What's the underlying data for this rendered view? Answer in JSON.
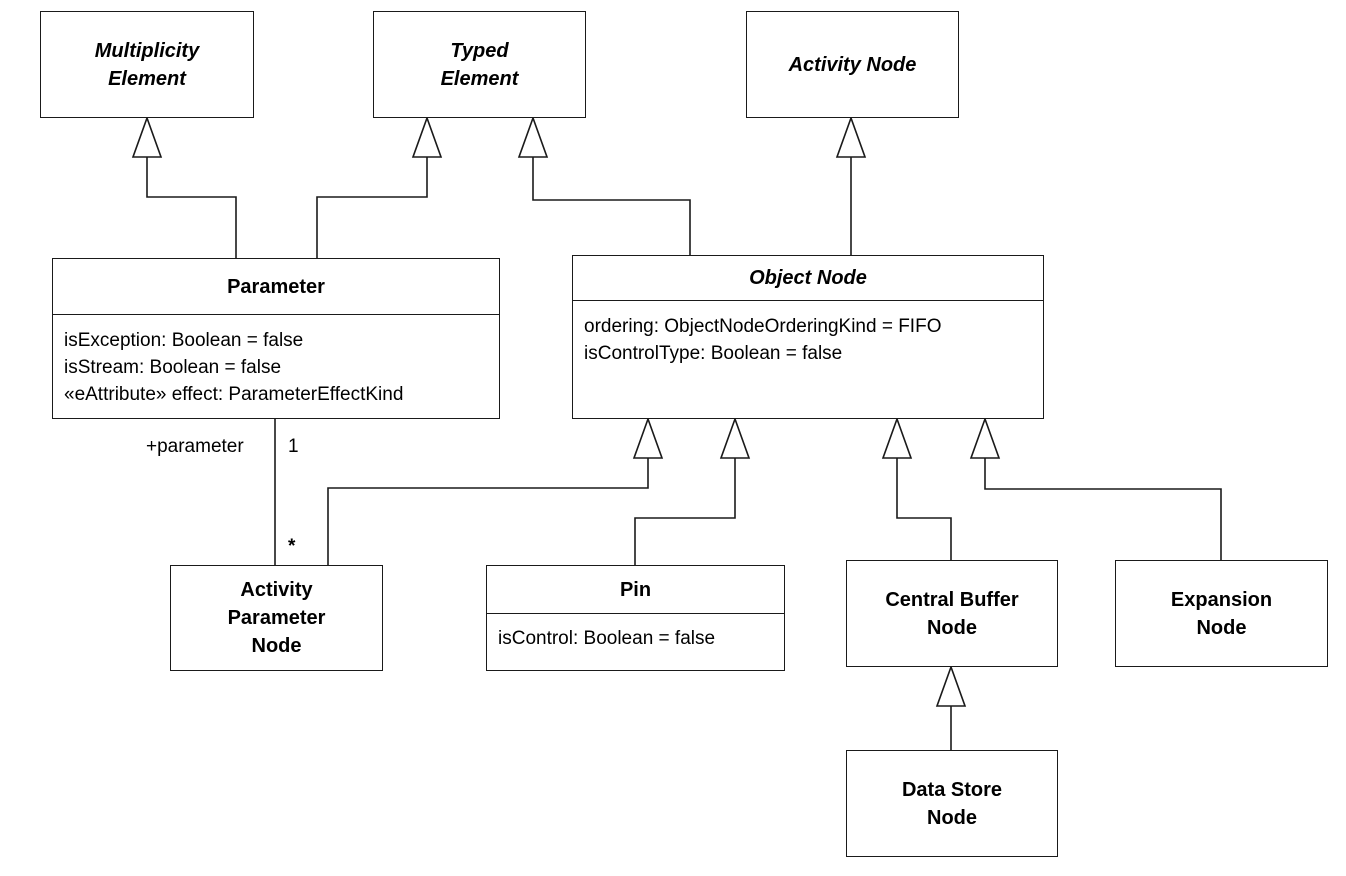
{
  "classes": {
    "multiplicity_element": {
      "name": "Multiplicity\nElement"
    },
    "typed_element": {
      "name": "Typed\nElement"
    },
    "activity_node": {
      "name": "Activity Node"
    },
    "parameter": {
      "name": "Parameter",
      "attributes": [
        "isException: Boolean = false",
        "isStream: Boolean = false",
        "«eAttribute» effect: ParameterEffectKind"
      ]
    },
    "object_node": {
      "name": "Object Node",
      "attributes": [
        "ordering: ObjectNodeOrderingKind = FIFO",
        "isControlType: Boolean = false"
      ]
    },
    "activity_parameter_node": {
      "name": "Activity\nParameter\nNode"
    },
    "pin": {
      "name": "Pin",
      "attributes": [
        "isControl: Boolean = false"
      ]
    },
    "central_buffer_node": {
      "name": "Central Buffer\nNode"
    },
    "expansion_node": {
      "name": "Expansion\nNode"
    },
    "data_store_node": {
      "name": "Data Store\nNode"
    }
  },
  "association": {
    "role_name": "+parameter",
    "parameter_end_multiplicity": "1",
    "node_end_multiplicity": "*"
  }
}
